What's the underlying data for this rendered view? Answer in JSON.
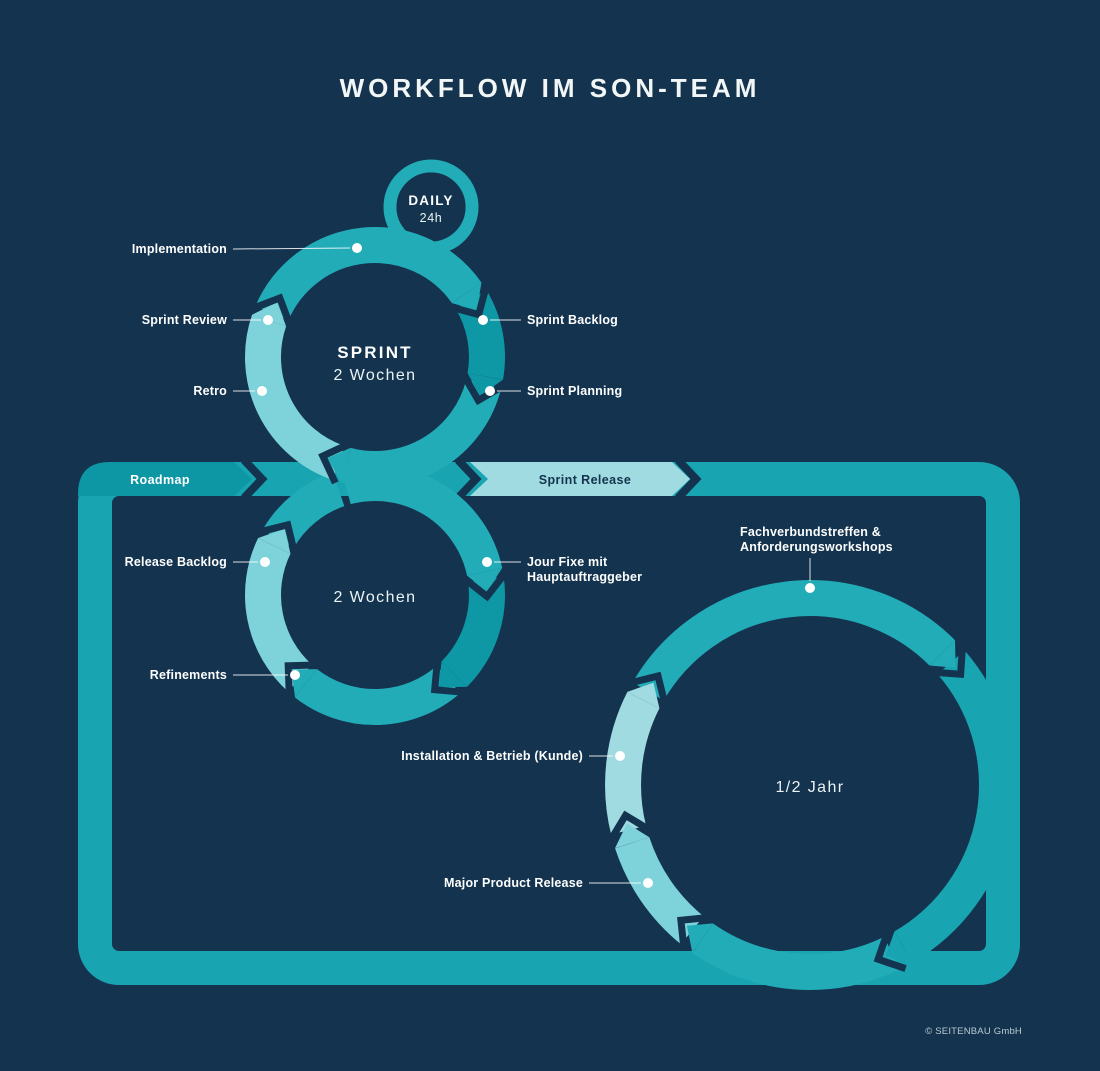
{
  "title": "WORKFLOW IM SON-TEAM",
  "footer": "© SEITENBAU GmbH",
  "colors": {
    "background": "#14334E",
    "teal": "#22ACB8",
    "teal_frame": "#18A4B1",
    "teal_dark": "#0E98A5",
    "teal_light": "#7ED2D9",
    "teal_lighter": "#9FDBE0",
    "roadmap_dark": "#0D96A3",
    "white": "#FFFFFF"
  },
  "daily_circle": {
    "label": "DAILY",
    "duration": "24h"
  },
  "sprint_circle": {
    "label": "SPRINT",
    "duration": "2 Wochen"
  },
  "release_circle": {
    "duration": "2 Wochen"
  },
  "half_year_circle": {
    "duration": "1/2 Jahr"
  },
  "band": {
    "roadmap_label": "Roadmap",
    "sprint_release_label": "Sprint Release"
  },
  "labels": {
    "implementation": "Implementation",
    "sprint_review": "Sprint Review",
    "retro": "Retro",
    "sprint_backlog": "Sprint Backlog",
    "sprint_planning": "Sprint Planning",
    "release_backlog": "Release Backlog",
    "jour_fixe_1": "Jour Fixe mit",
    "jour_fixe_2": "Hauptauftraggeber",
    "refinements": "Refinements",
    "fachverbund_1": "Fachverbundstreffen &",
    "fachverbund_2": "Anforderungsworkshops",
    "installation": "Installation & Betrieb (Kunde)",
    "major_release": "Major Product Release"
  }
}
